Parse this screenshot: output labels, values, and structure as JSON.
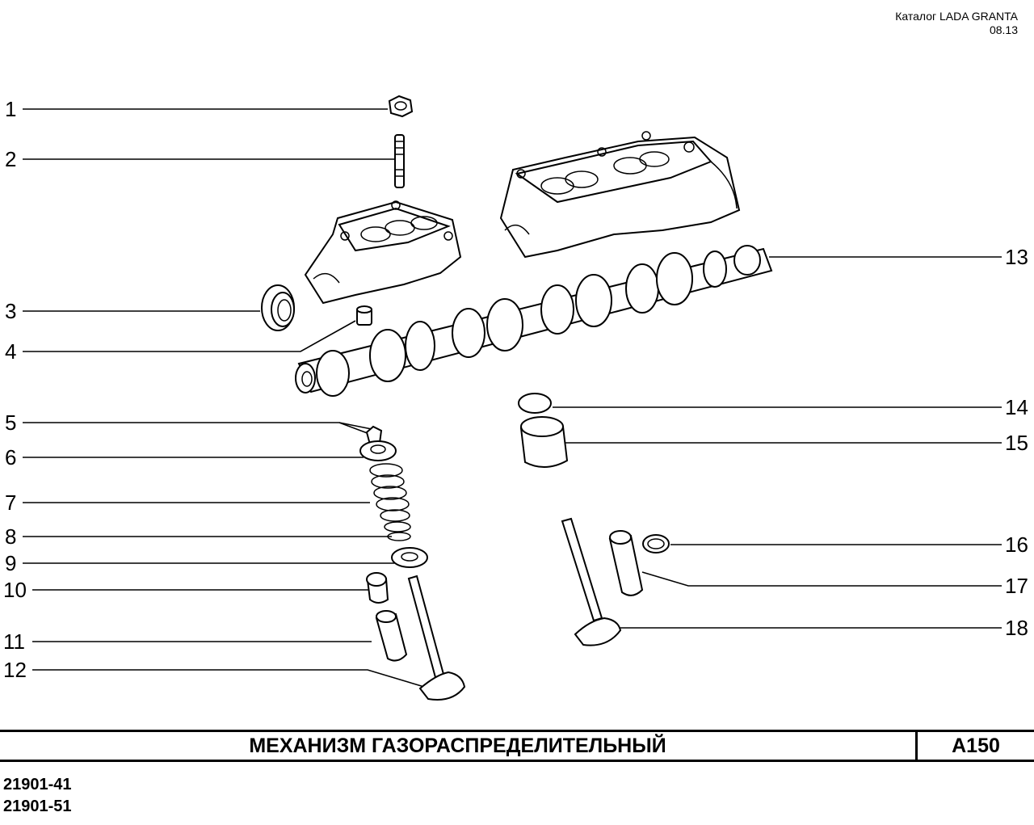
{
  "catalog": {
    "line1": "Каталог  LADA GRANTA",
    "line2": "08.13"
  },
  "callouts": [
    {
      "label": "1"
    },
    {
      "label": "2"
    },
    {
      "label": "3"
    },
    {
      "label": "4"
    },
    {
      "label": "5"
    },
    {
      "label": "6"
    },
    {
      "label": "7"
    },
    {
      "label": "8"
    },
    {
      "label": "9"
    },
    {
      "label": "10"
    },
    {
      "label": "11"
    },
    {
      "label": "12"
    },
    {
      "label": "13"
    },
    {
      "label": "14"
    },
    {
      "label": "15"
    },
    {
      "label": "16"
    },
    {
      "label": "17"
    },
    {
      "label": "18"
    }
  ],
  "title": {
    "text": "МЕХАНИЗМ   ГАЗОРАСПРЕДЕЛИТЕЛЬНЫЙ",
    "code": "А150"
  },
  "models": [
    "21901-41",
    "21901-51"
  ]
}
